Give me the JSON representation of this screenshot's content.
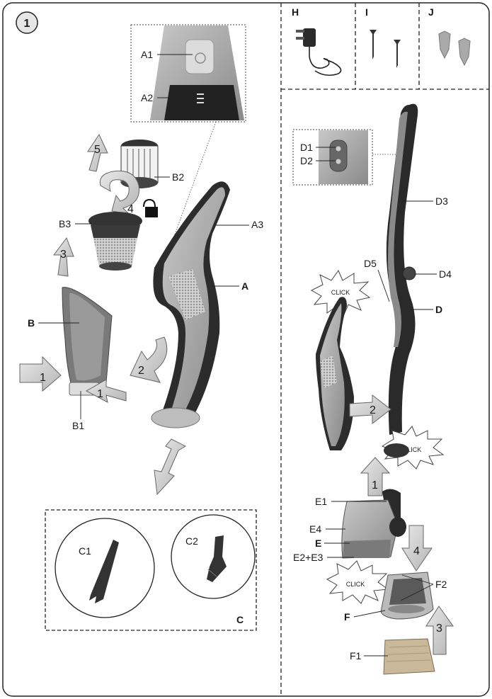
{
  "figure": {
    "step_number": "1",
    "section_labels": {
      "h": "H",
      "i": "I",
      "j": "J"
    },
    "parts": {
      "a1": "A1",
      "a2": "A2",
      "a3": "A3",
      "a": "A",
      "b": "B",
      "b1": "B1",
      "b2": "B2",
      "b3": "B3",
      "c": "C",
      "c1": "C1",
      "c2": "C2",
      "d1": "D1",
      "d2": "D2",
      "d3": "D3",
      "d4": "D4",
      "d5": "D5",
      "d": "D",
      "e1": "E1",
      "e4": "E4",
      "e": "E",
      "e2e3": "E2+E3",
      "f": "F",
      "f1": "F1",
      "f2": "F2"
    },
    "arrow_numbers": {
      "step5": "5",
      "step4_rotate": "4",
      "step3": "3",
      "step2_left": "2",
      "step1_left": "1",
      "step1_right": "1",
      "right_step2": "2",
      "right_step1": "1",
      "right_step4": "4",
      "right_step3": "3"
    },
    "click_label": "CLICK"
  }
}
